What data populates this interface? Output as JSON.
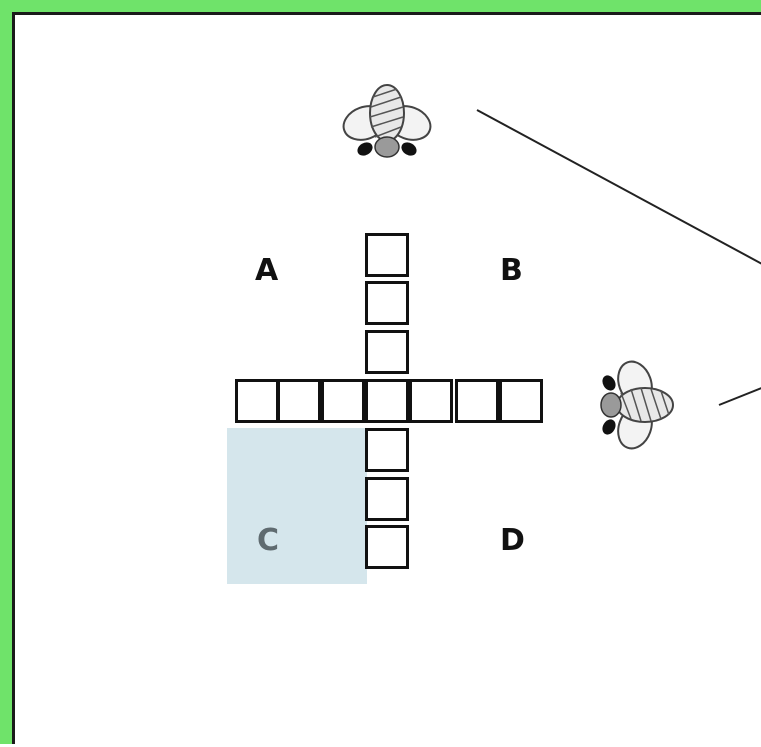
{
  "labels": {
    "a": "A",
    "b": "B",
    "c": "C",
    "d": "D"
  },
  "colors": {
    "frame": "#6fe36a",
    "shaded_quadrant": "#d5e6ec",
    "shaded_label": "#5f6b70",
    "grid_lines": "#111111"
  },
  "icons": {
    "top_bee": "bee-icon",
    "right_bee": "bee-icon"
  },
  "shaded_quadrant": "C"
}
